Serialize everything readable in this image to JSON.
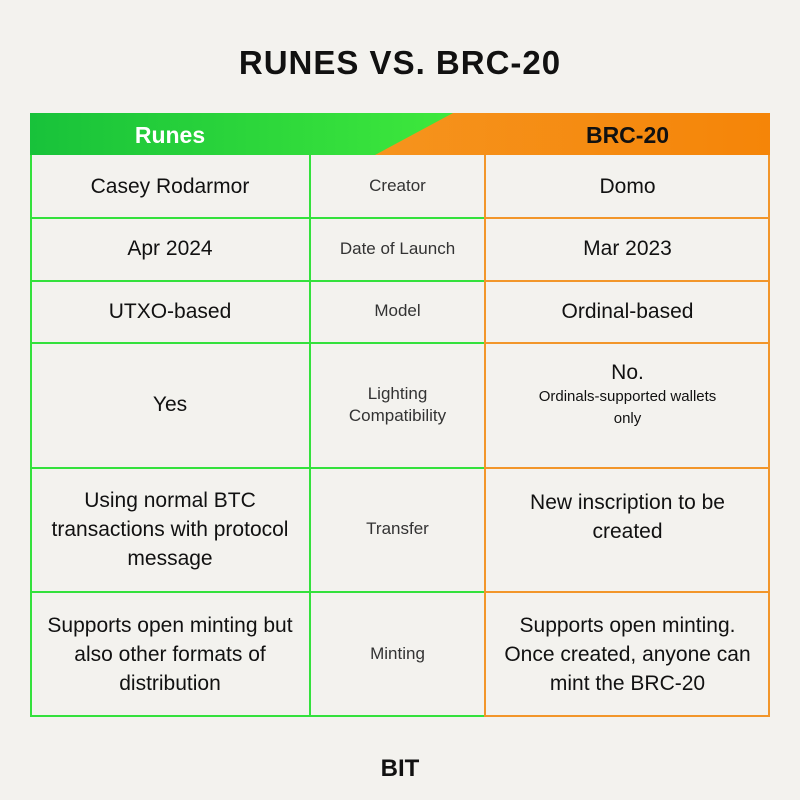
{
  "title": "RUNES VS. BRC-20",
  "header": {
    "left": "Runes",
    "right": "BRC-20",
    "left_color": "#22c93a",
    "right_color": "#f58a0b"
  },
  "rows": [
    {
      "left": "Casey Rodarmor",
      "label": "Creator",
      "right": "Domo"
    },
    {
      "left": "Apr 2024",
      "label": "Date of Launch",
      "right": "Mar 2023"
    },
    {
      "left": "UTXO-based",
      "label": "Model",
      "right": "Ordinal-based"
    },
    {
      "left": "Yes",
      "label": "Lighting Compatibility",
      "right_main": "No.",
      "right_sub": "Ordinals-supported wallets only"
    },
    {
      "left": "Using normal BTC transactions with protocol message",
      "label": "Transfer",
      "right": "New inscription to be created"
    },
    {
      "left": "Supports open minting but also other formats of distribution",
      "label": "Minting",
      "right": "Supports open minting. Once created, anyone can mint the BRC-20"
    }
  ],
  "logo": "BIT"
}
